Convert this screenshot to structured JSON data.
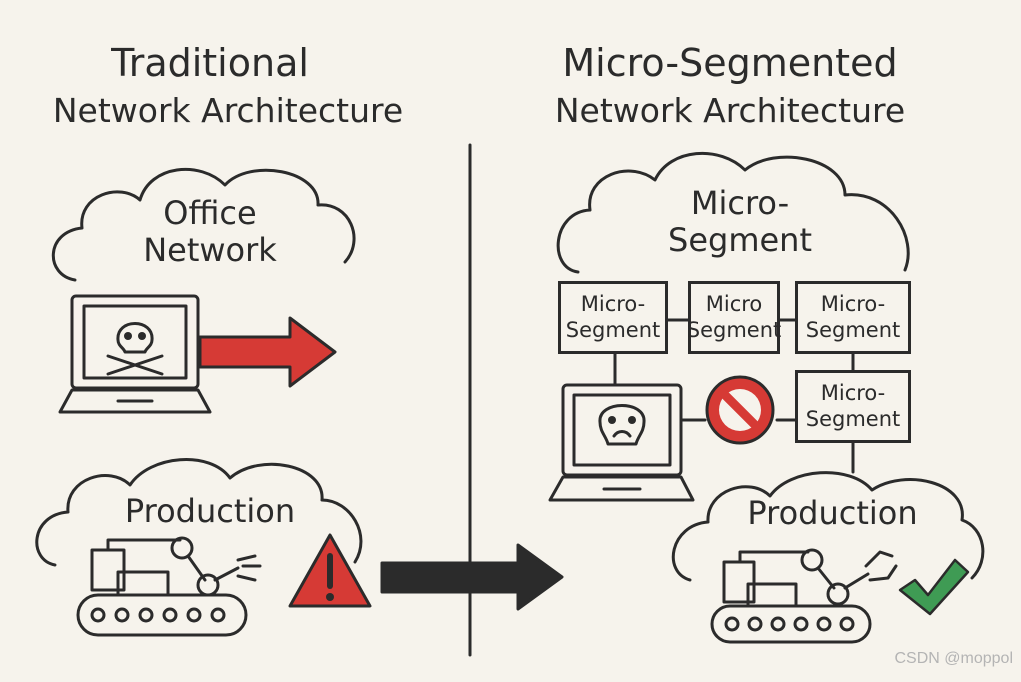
{
  "left": {
    "title": "Traditional",
    "subtitle": "Network Architecture",
    "office_cloud": "Office\nNetwork",
    "production_cloud": "Production"
  },
  "right": {
    "title": "Micro-Segmented",
    "subtitle": "Network Architecture",
    "top_cloud": "Micro-\nSegment",
    "segments": [
      "Micro-\nSegment",
      "Micro\nSegment",
      "Micro-\nSegment",
      "Micro-\nSegment"
    ],
    "production_cloud": "Production"
  },
  "watermark": "CSDN @moppol",
  "colors": {
    "threat": "#d63a35",
    "ok": "#3f9b54",
    "ink": "#2b2b2b",
    "background": "#f6f3ec"
  },
  "icons": [
    "skull-icon",
    "laptop-icon",
    "robot-arm-icon",
    "warning-icon",
    "block-icon",
    "sad-face-icon",
    "check-icon",
    "arrow-icon"
  ]
}
